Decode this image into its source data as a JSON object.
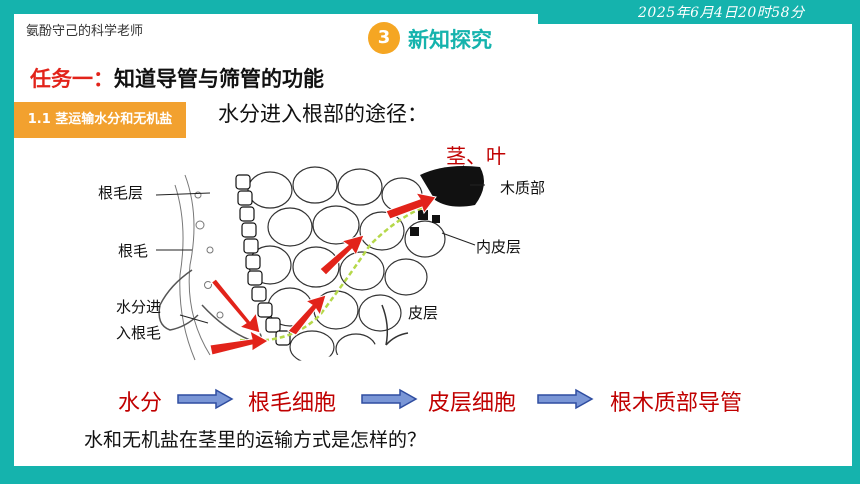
{
  "header": {
    "timestamp": "2025年6月4日20时58分",
    "author": "氨酚守己的科学老师",
    "section_number": "3",
    "section_title": "新知探究"
  },
  "task": {
    "prefix": "任务一：",
    "title": "知道导管与筛管的功能"
  },
  "subtopic": "1.1  茎运输水分和无机盐",
  "question_1": "水分进入根部的途径：",
  "diagram": {
    "top_label": "茎、叶",
    "labels": {
      "root_hair_layer": "根毛层",
      "root_hair": "根毛",
      "water_enters_1": "水分进",
      "water_enters_2": "入根毛",
      "xylem": "木质部",
      "endodermis": "内皮层",
      "cortex": "皮层"
    }
  },
  "flow": {
    "steps": [
      "水分",
      "根毛细胞",
      "皮层细胞",
      "根木质部导管"
    ]
  },
  "question_2": "水和无机盐在茎里的运输方式是怎样的？",
  "colors": {
    "teal": "#15b3ad",
    "orange": "#f2a12f",
    "red": "#e2231a",
    "dark_red": "#c00000",
    "arrow_blue": "#3b5bb5"
  }
}
